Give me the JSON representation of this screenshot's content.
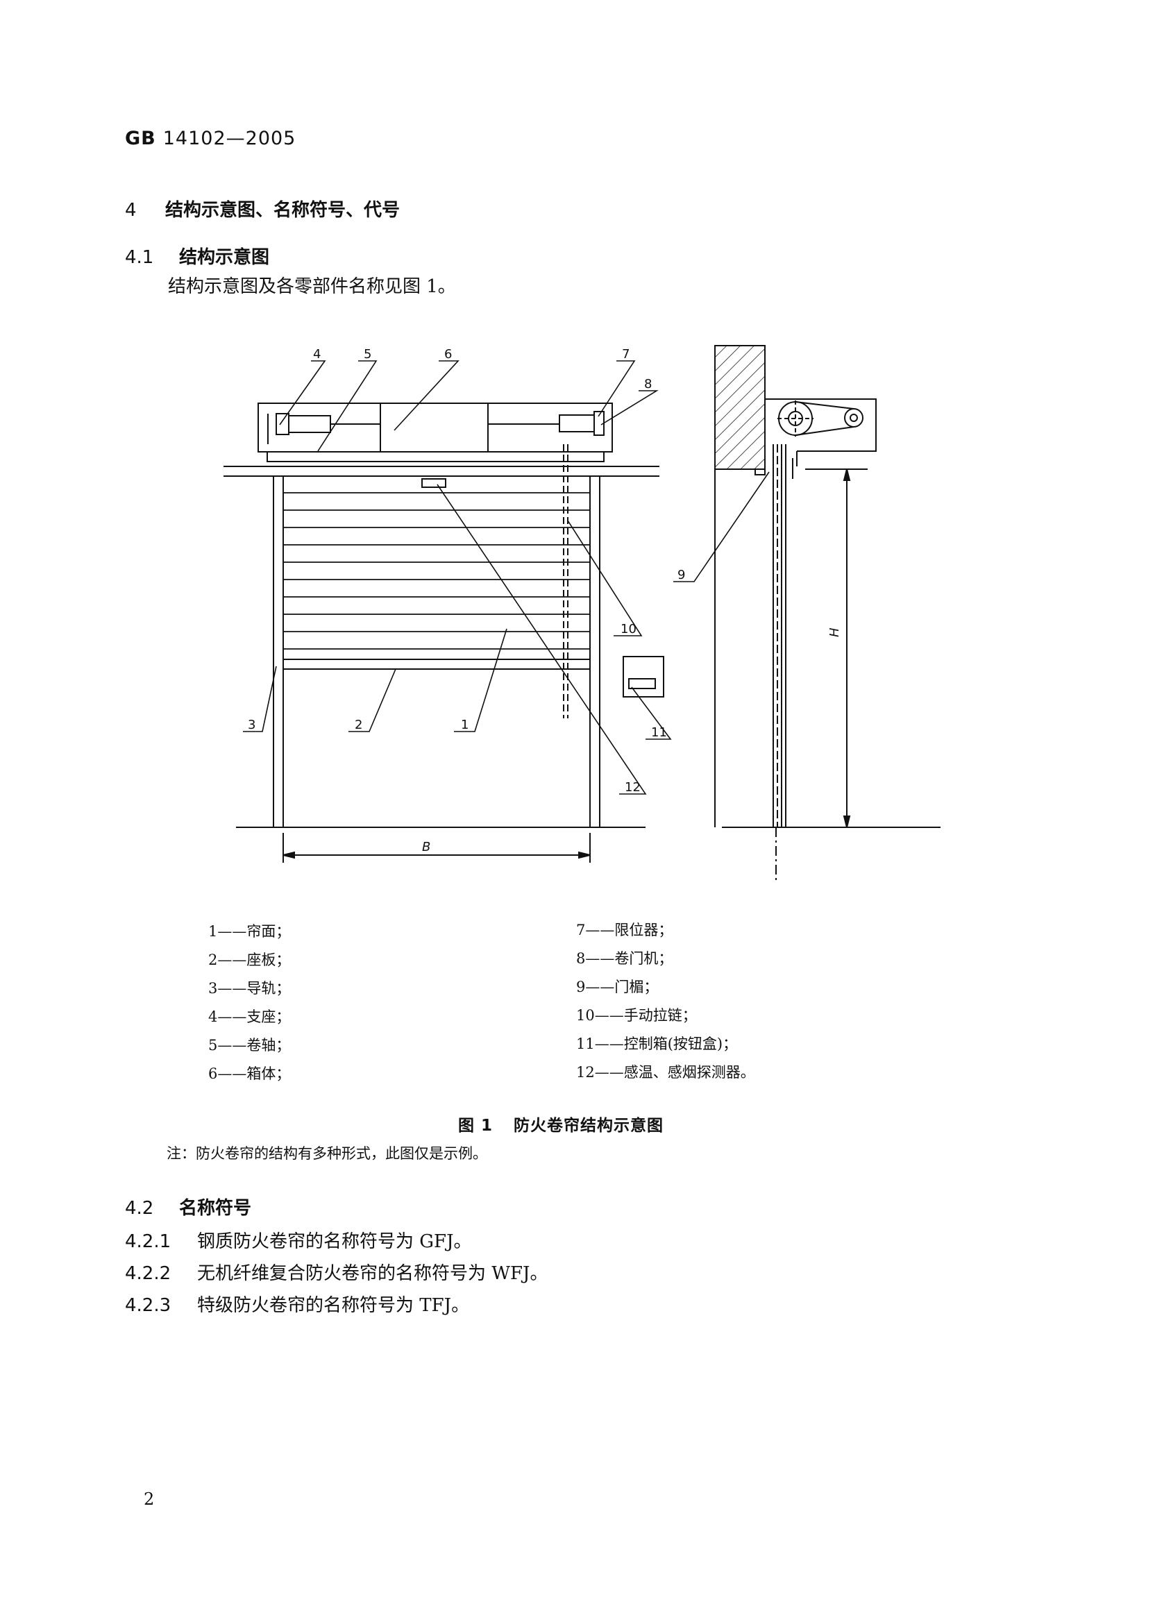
{
  "header": {
    "std_prefix": "GB",
    "std_number": "14102—2005"
  },
  "section4": {
    "number": "4",
    "title": "结构示意图、名称符号、代号"
  },
  "section4_1": {
    "number": "4.1",
    "title": "结构示意图",
    "text": "结构示意图及各零部件名称见图 1。"
  },
  "figure": {
    "callouts": [
      "1",
      "2",
      "3",
      "4",
      "5",
      "6",
      "7",
      "8",
      "9",
      "10",
      "11",
      "12"
    ],
    "dim_width": "B",
    "dim_height": "H",
    "legend_left": [
      "1——帘面；",
      "2——座板；",
      "3——导轨；",
      "4——支座；",
      "5——卷轴；",
      "6——箱体；"
    ],
    "legend_right": [
      "7——限位器；",
      "8——卷门机；",
      "9——门楣；",
      "10——手动拉链；",
      "11——控制箱(按钮盒)；",
      "12——感温、感烟探测器。"
    ],
    "caption_number": "图 1",
    "caption_title": "防火卷帘结构示意图",
    "note": "注：防火卷帘的结构有多种形式，此图仅是示例。"
  },
  "section4_2": {
    "number": "4.2",
    "title": "名称符号",
    "items": [
      {
        "number": "4.2.1",
        "text": "钢质防火卷帘的名称符号为 GFJ。"
      },
      {
        "number": "4.2.2",
        "text": "无机纤维复合防火卷帘的名称符号为 WFJ。"
      },
      {
        "number": "4.2.3",
        "text": "特级防火卷帘的名称符号为 TFJ。"
      }
    ]
  },
  "footer": {
    "page_number": "2"
  }
}
